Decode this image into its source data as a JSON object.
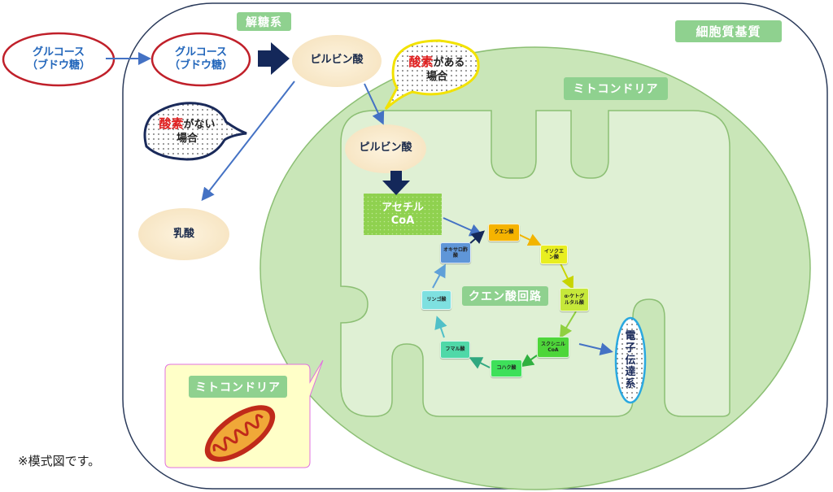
{
  "cytoplasm_label": "細胞質基質",
  "glycolysis_label": "解糖系",
  "mitochondria_label": "ミトコンドリア",
  "inset_label": "ミトコンドリア",
  "glucose1_line1": "グルコース",
  "glucose1_line2": "（ブドウ糖）",
  "glucose2_line1": "グルコース",
  "glucose2_line2": "（ブドウ糖）",
  "pyruvate1": "ピルビン酸",
  "pyruvate2": "ピルビン酸",
  "lactate": "乳酸",
  "oxygen_yes_word": "酸素",
  "oxygen_yes_rest1": "がある",
  "oxygen_yes_rest2": "場合",
  "oxygen_no_word": "酸素",
  "oxygen_no_rest1": "がない",
  "oxygen_no_rest2": "場合",
  "acetyl_line1": "アセチル",
  "acetyl_line2": "CoA",
  "cycle_label": "クエン酸回路",
  "etc_label": [
    "電",
    "子",
    "伝",
    "達",
    "系"
  ],
  "cycle": {
    "citrate": "クエン酸",
    "isocitrate_1": "イソクエ",
    "isocitrate_2": "ン酸",
    "akg_1": "α-ケトグ",
    "akg_2": "ルタル酸",
    "succinylcoa_1": "スクシニル",
    "succinylcoa_2": "CoA",
    "succinate": "コハク酸",
    "fumarate": "フマル酸",
    "malate": "リンゴ酸",
    "oxaloacetate_1": "オキサロ酢",
    "oxaloacetate_2": "酸"
  },
  "note": "※模式図です。",
  "colors": {
    "cell_border": "#2a3a5a",
    "mito_outer": "#c9e6b8",
    "mito_inner": "#dff0d4",
    "label_green": "#8fd18f",
    "arrow_blue": "#4472c4",
    "arrow_dark": "#14285a"
  }
}
